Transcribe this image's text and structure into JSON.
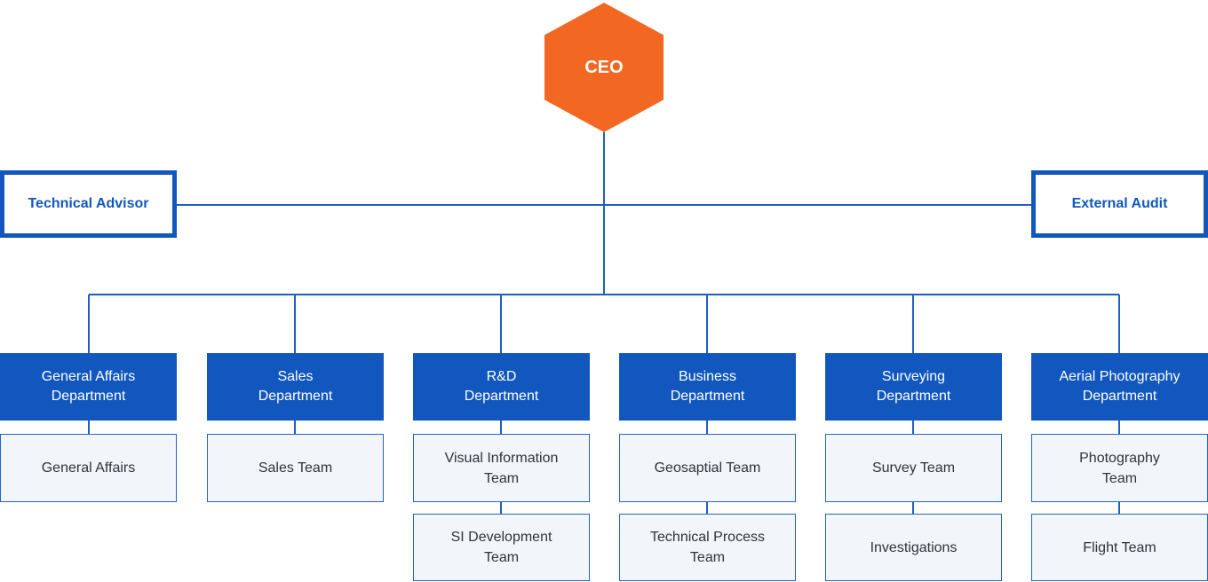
{
  "ceo": {
    "label": "CEO"
  },
  "staff": {
    "technical_advisor": "Technical Advisor",
    "external_audit": "External Audit"
  },
  "columns": [
    {
      "dept_lines": [
        "General Affairs",
        "Department"
      ],
      "teams": [
        {
          "lines": [
            "General Affairs"
          ]
        }
      ]
    },
    {
      "dept_lines": [
        "Sales",
        "Department"
      ],
      "teams": [
        {
          "lines": [
            "Sales Team"
          ]
        }
      ]
    },
    {
      "dept_lines": [
        "R&D",
        "Department"
      ],
      "teams": [
        {
          "lines": [
            "Visual Information",
            "Team"
          ]
        },
        {
          "lines": [
            "SI Development",
            "Team"
          ]
        }
      ]
    },
    {
      "dept_lines": [
        "Business",
        "Department"
      ],
      "teams": [
        {
          "lines": [
            "Geosaptial Team"
          ]
        },
        {
          "lines": [
            "Technical Process",
            "Team"
          ]
        }
      ]
    },
    {
      "dept_lines": [
        "Surveying",
        "Department"
      ],
      "teams": [
        {
          "lines": [
            "Survey Team"
          ]
        },
        {
          "lines": [
            "Investigations"
          ]
        }
      ]
    },
    {
      "dept_lines": [
        "Aerial Photography",
        "Department"
      ],
      "teams": [
        {
          "lines": [
            "Photography",
            "Team"
          ]
        },
        {
          "lines": [
            "Flight Team"
          ]
        }
      ]
    }
  ],
  "colors": {
    "ceo_orange": "#f26722",
    "primary_blue": "#1157bd",
    "connector_blue": "#1e5fc1",
    "team_background": "#f2f6fb",
    "team_border": "#2265c4",
    "team_text": "#2f343a"
  }
}
